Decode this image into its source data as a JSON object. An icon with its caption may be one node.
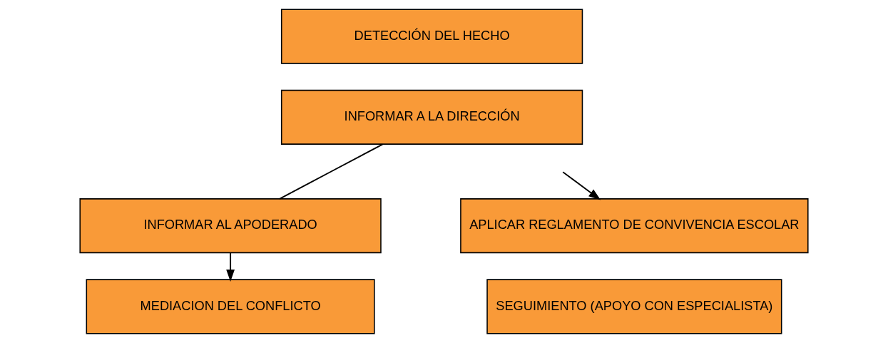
{
  "diagram": {
    "nodes": [
      {
        "text": [
          "DETECCIÓN DEL HECHO"
        ]
      },
      {
        "text": [
          "INFORMAR A LA DIRECCIÓN"
        ]
      },
      {
        "text": [
          "APLICAR REGLAMENTO DE CONVIVENCIA ESCOLAR"
        ]
      },
      {
        "text": [
          "SEGUIMIENTO (APOYO CON ESPECIALISTA)"
        ]
      },
      {
        "text": [
          "INFORMAR AL APODERADO"
        ]
      },
      {
        "text": [
          "MEDIACION DEL CONFLICTO"
        ]
      }
    ],
    "edges": [
      {
        "from": null,
        "to": 2,
        "arrow": "to"
      },
      {
        "from": 1,
        "to": 4,
        "arrow": "none"
      },
      {
        "from": 4,
        "to": 5,
        "arrow": "to"
      }
    ]
  }
}
